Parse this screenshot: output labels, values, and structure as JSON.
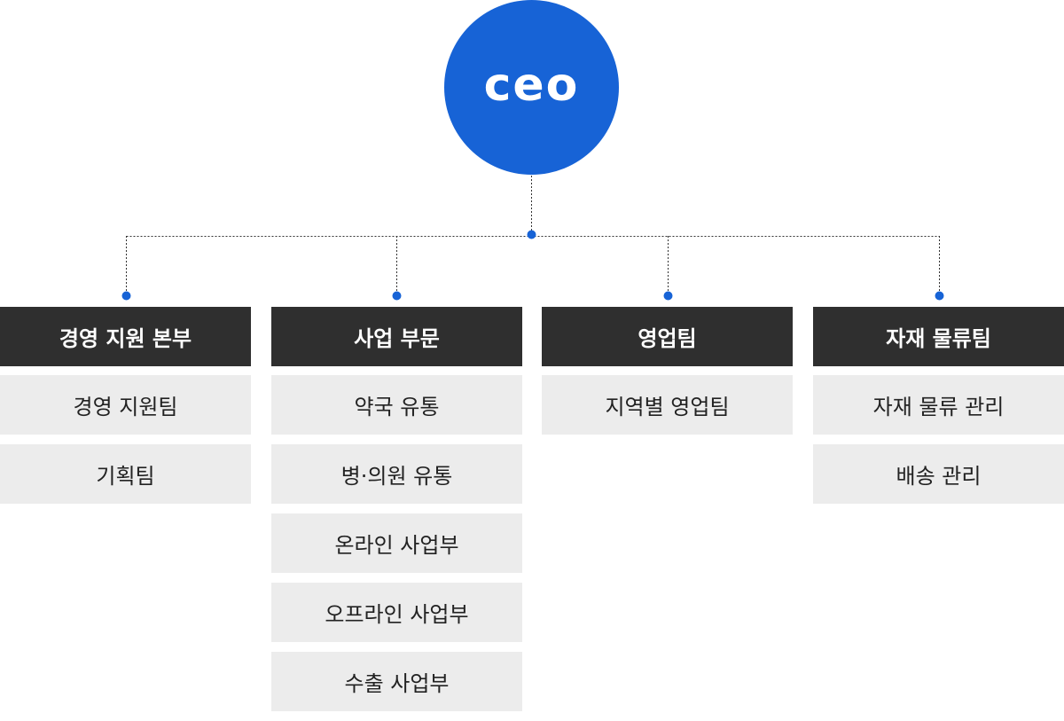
{
  "ceo": {
    "label": "ceo"
  },
  "colors": {
    "accent": "#1763d6",
    "header_bg": "#2f2f2f",
    "team_bg": "#ececec"
  },
  "departments": [
    {
      "title": "경영 지원 본부",
      "teams": [
        "경영 지원팀",
        "기획팀"
      ]
    },
    {
      "title": "사업 부문",
      "teams": [
        "약국 유통",
        "병·의원 유통",
        "온라인 사업부",
        "오프라인 사업부",
        "수출 사업부"
      ]
    },
    {
      "title": "영업팀",
      "teams": [
        "지역별 영업팀"
      ]
    },
    {
      "title": "자재 물류팀",
      "teams": [
        "자재 물류 관리",
        "배송 관리"
      ]
    }
  ]
}
